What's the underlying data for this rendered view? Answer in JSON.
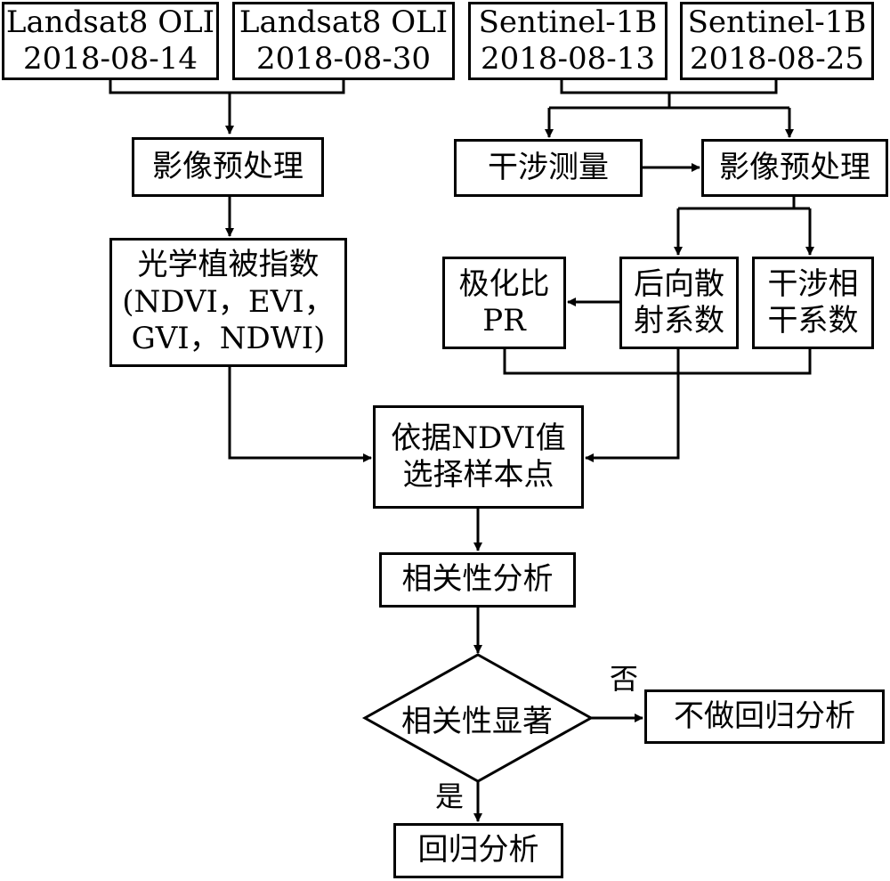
{
  "inputs": {
    "landsat_1": {
      "line1": "Landsat8 OLI",
      "line2": "2018-08-14"
    },
    "landsat_2": {
      "line1": "Landsat8 OLI",
      "line2": "2018-08-30"
    },
    "sentinel_1": {
      "line1": "Sentinel-1B",
      "line2": "2018-08-13"
    },
    "sentinel_2": {
      "line1": "Sentinel-1B",
      "line2": "2018-08-25"
    }
  },
  "optical_branch": {
    "preprocess": "影像预处理",
    "index_title": "光学植被指数",
    "index_line2": "(NDVI，EVI，",
    "index_line3": "GVI，NDWI)"
  },
  "sar_branch": {
    "interferometry": "干涉测量",
    "preprocess": "影像预处理",
    "polarization_line1": "极化比",
    "polarization_line2": "PR",
    "backscatter_line1": "后向散",
    "backscatter_line2": "射系数",
    "coherence_line1": "干涉相",
    "coherence_line2": "干系数"
  },
  "sampling": {
    "line1": "依据NDVI值",
    "line2": "选择样本点"
  },
  "correlation": "相关性分析",
  "decision": {
    "question": "相关性显著",
    "no_label": "否",
    "yes_label": "是"
  },
  "no_regression": "不做回归分析",
  "regression": "回归分析",
  "colors": {
    "stroke": "#000000",
    "background": "#ffffff"
  }
}
